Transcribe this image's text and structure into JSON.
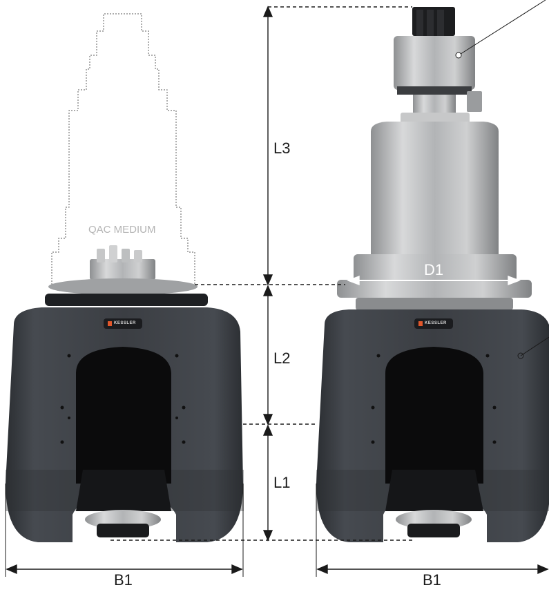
{
  "labels": {
    "ghost_tool": "QAC MEDIUM",
    "brand_left": "KESSLER",
    "brand_right": "KESSLER",
    "dim_l3": "L3",
    "dim_l2": "L2",
    "dim_l1": "L1",
    "dim_d1": "D1",
    "dim_b1_left": "B1",
    "dim_b1_right": "B1"
  },
  "colors": {
    "housing": "#3c3f44",
    "housing_dark": "#2a2c30",
    "metal": "#b9bbbd",
    "window": "#0d0d0d",
    "dim_line": "#1a1a1a",
    "ghost_outline": "#8a8a8a",
    "brand_accent": "#e2572b"
  }
}
